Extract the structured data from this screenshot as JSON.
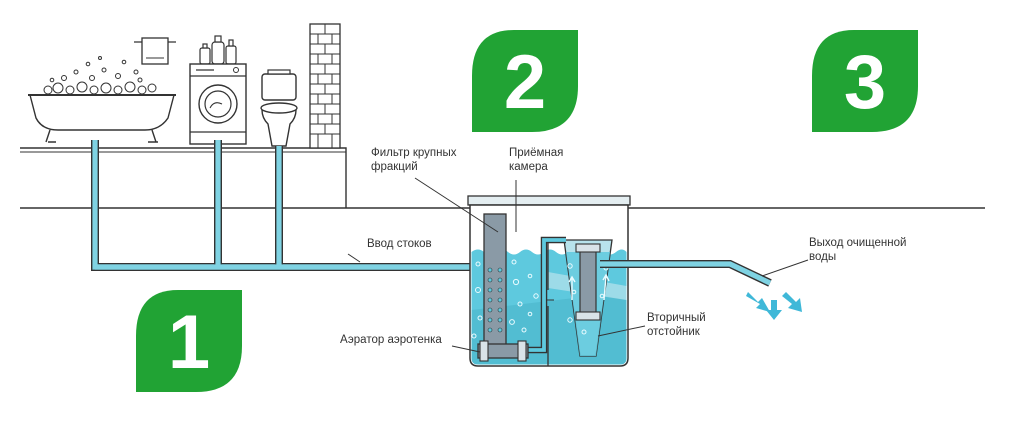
{
  "steps": [
    "1",
    "2",
    "3"
  ],
  "labels": {
    "coarse_filter": "Фильтр крупных\nфракций",
    "receiving_chamber": "Приёмная\nкамера",
    "sewage_inlet": "Ввод стоков",
    "treated_outlet": "Выход очищенной\nводы",
    "secondary_clarifier": "Вторичный\nотстойник",
    "aerator": "Аэратор аэротенка"
  },
  "colors": {
    "badge": "#21a334",
    "water": "#5ec9de",
    "water_light": "#b8e3ec",
    "pipe": "#7fd3e3",
    "outline": "#333333",
    "tank_light": "#e4eef1",
    "equipment": "#8a9aa6"
  },
  "icons": [
    "bathtub-icon",
    "towel-rack-icon",
    "washing-machine-icon",
    "detergent-bottles-icon",
    "toilet-icon",
    "brick-wall-icon",
    "outflow-arrows-icon"
  ]
}
